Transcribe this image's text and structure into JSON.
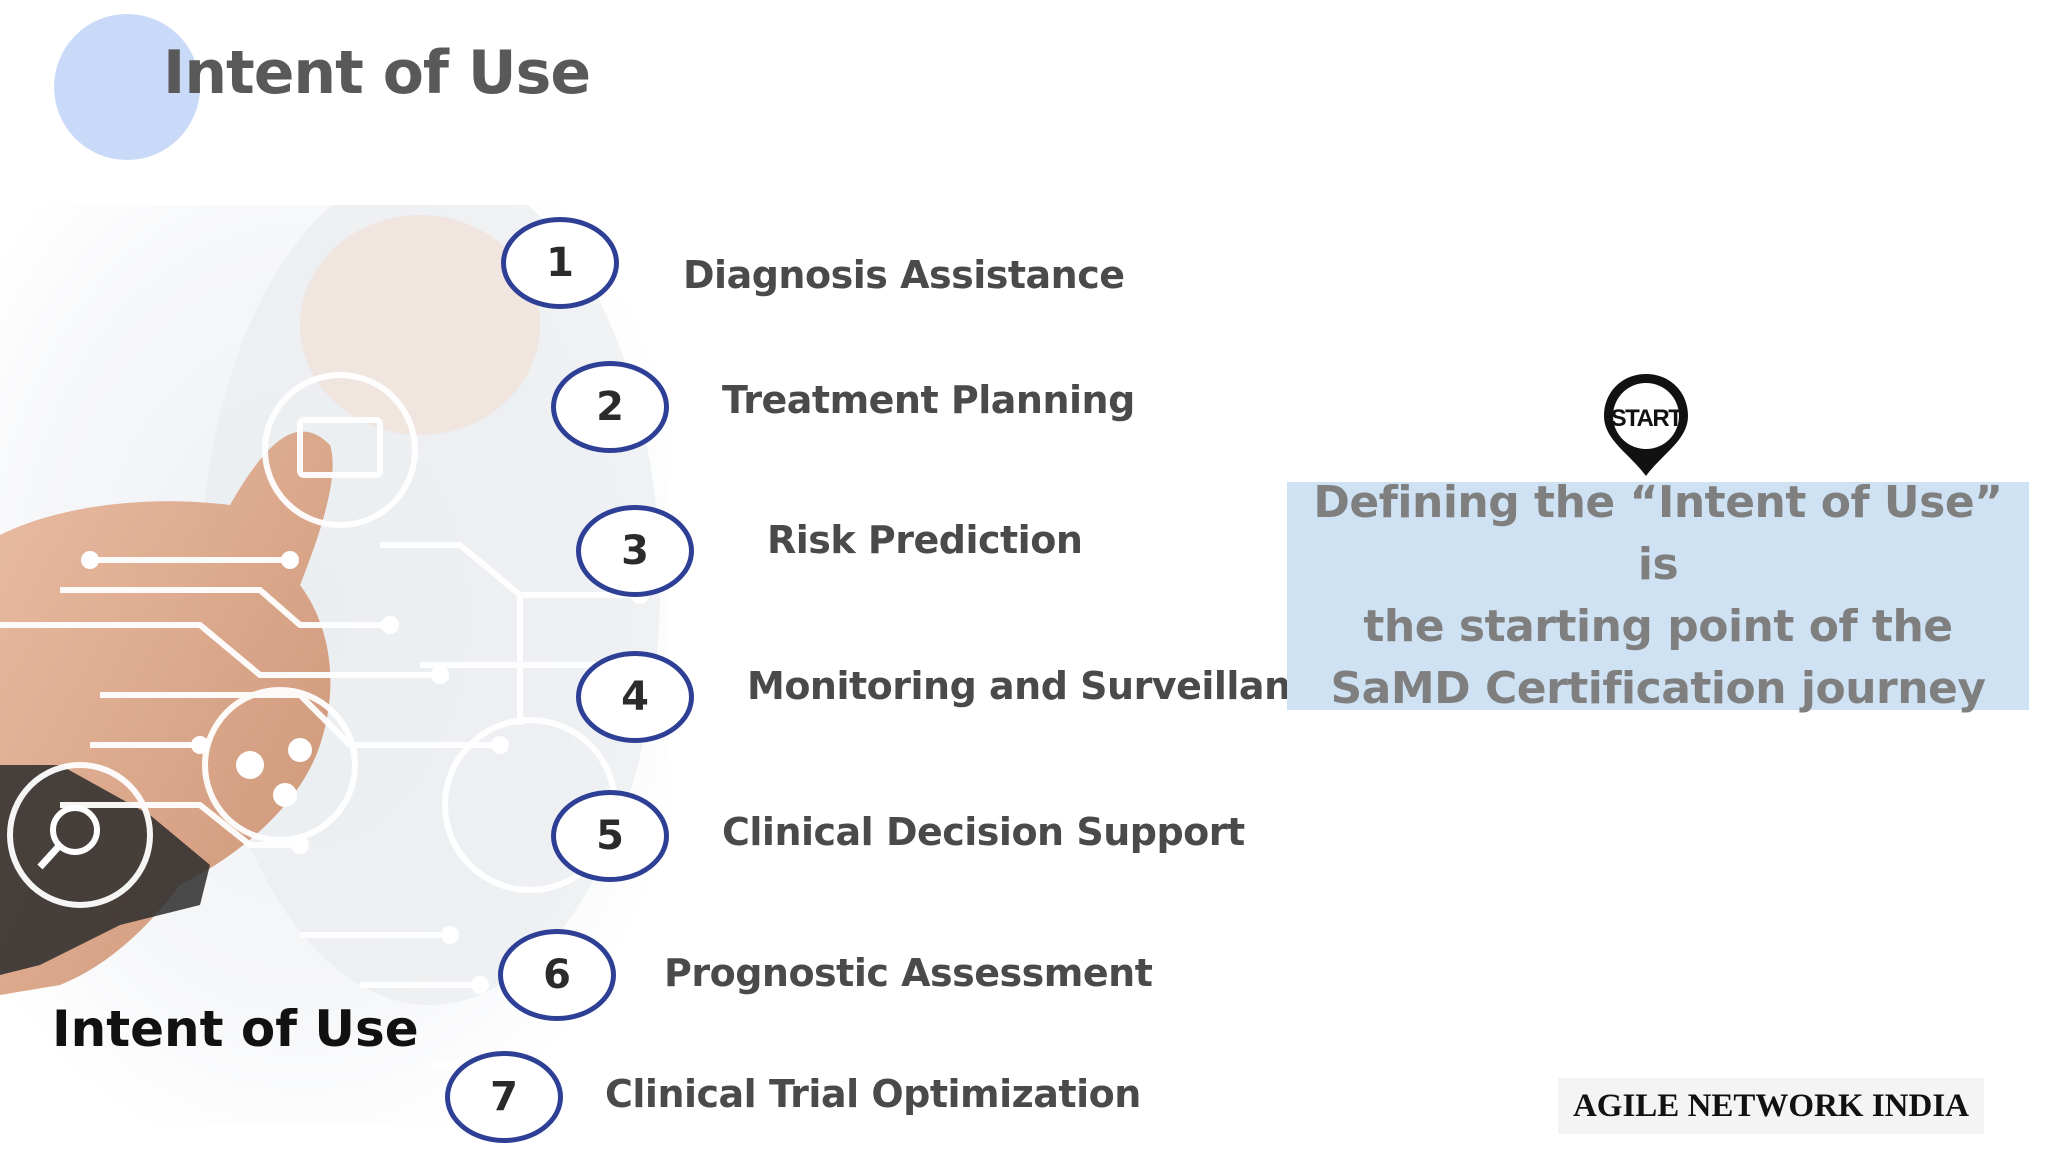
{
  "header": {
    "title": "Intent of Use"
  },
  "hero": {
    "caption": "Intent of Use"
  },
  "items": [
    {
      "number": "1",
      "label": "Diagnosis Assistance"
    },
    {
      "number": "2",
      "label": "Treatment Planning"
    },
    {
      "number": "3",
      "label": "Risk Prediction"
    },
    {
      "number": "4",
      "label": "Monitoring and Surveillance"
    },
    {
      "number": "5",
      "label": "Clinical Decision Support"
    },
    {
      "number": "6",
      "label": "Prognostic Assessment"
    },
    {
      "number": "7",
      "label": "Clinical Trial Optimization"
    }
  ],
  "callout": {
    "pin_label": "START",
    "lines": [
      "Defining the “Intent of Use” is",
      "the starting point of the",
      "SaMD Certification journey"
    ]
  },
  "brand": {
    "name": "AGILE NETWORK INDIA"
  },
  "colors": {
    "accent_circle": "#2e3f96",
    "callout_bg": "#cfe2f3",
    "deco_circle": "#c9daf8"
  }
}
